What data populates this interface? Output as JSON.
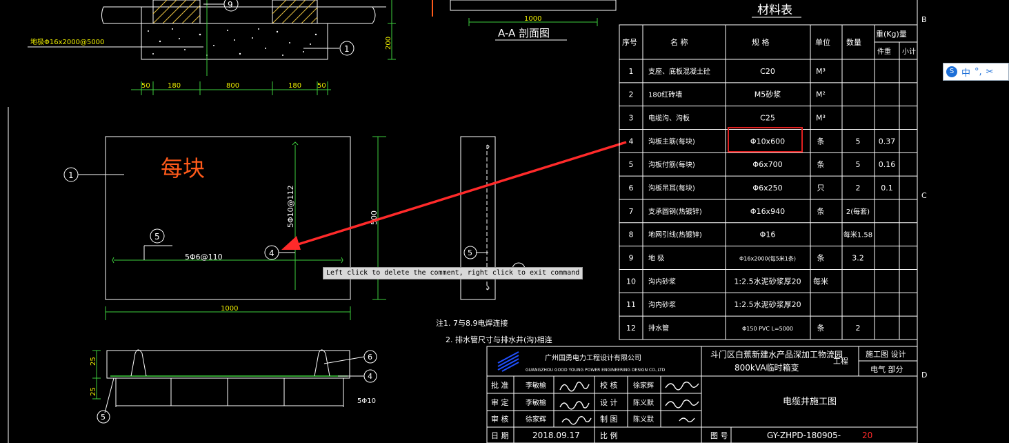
{
  "colors": {
    "background": "#000000",
    "line": "#ffffff",
    "green": "#3ecf3e",
    "yellow": "#f0f000",
    "orange": "#ff5a1a",
    "red": "#ff2a2a",
    "highlight": "#e02020"
  },
  "section": {
    "title": "A-A 剖面图",
    "top_dim": "1000",
    "bar_label": "地极Φ16x2000@5000",
    "height_dim": "200",
    "dims": [
      "50",
      "180",
      "800",
      "180",
      "50"
    ]
  },
  "plan": {
    "label": "每块",
    "bar_vertical": "5Φ10@112",
    "bar_horizontal": "5Φ6@110",
    "width_dim": "1000",
    "side_dim": "500",
    "callouts": [
      "1",
      "5",
      "4",
      "5",
      "9",
      "1"
    ]
  },
  "elevation": {
    "dims": [
      "25",
      "25"
    ],
    "bar": "5Φ10",
    "callouts": [
      "6",
      "4",
      "5"
    ]
  },
  "notes": {
    "line1": "注1. 7与8.9电焊连接",
    "line2": "2. 排水管尺寸与排水井(沟)相连"
  },
  "tooltip": "Left click to delete the comment, right click to exit command",
  "material_table": {
    "title": "材料表",
    "headers": {
      "no": "序号",
      "name": "名 称",
      "spec": "规 格",
      "unit": "单位",
      "qty": "数量",
      "weight": "重(Kg)量",
      "unit_weight": "件重",
      "subtotal": "小计"
    },
    "rows": [
      {
        "no": "1",
        "name": "支座、底板混凝土砼",
        "spec": "C20",
        "unit": "M³",
        "qty": "",
        "w": ""
      },
      {
        "no": "2",
        "name": "180红砖墙",
        "spec": "M5砂浆",
        "unit": "M²",
        "qty": "",
        "w": ""
      },
      {
        "no": "3",
        "name": "电缆沟、沟板",
        "spec": "C25",
        "unit": "M³",
        "qty": "",
        "w": ""
      },
      {
        "no": "4",
        "name": "沟板主筋(每块)",
        "spec": "Φ10x600",
        "unit": "条",
        "qty": "5",
        "w": "0.37"
      },
      {
        "no": "5",
        "name": "沟板付筋(每块)",
        "spec": "Φ6x700",
        "unit": "条",
        "qty": "5",
        "w": "0.16"
      },
      {
        "no": "6",
        "name": "沟板吊耳(每块)",
        "spec": "Φ6x250",
        "unit": "只",
        "qty": "2",
        "w": "0.1"
      },
      {
        "no": "7",
        "name": "支承圆钢(热镀锌)",
        "spec": "Φ16x940",
        "unit": "条",
        "qty": "2(每套)",
        "w": ""
      },
      {
        "no": "8",
        "name": "地网引线(热镀锌)",
        "spec": "Φ16",
        "unit": "",
        "qty": "每米1.58",
        "w": ""
      },
      {
        "no": "9",
        "name": "地 极",
        "spec": "Φ16x2000(每5米1条)",
        "unit": "条",
        "qty": "3.2",
        "w": ""
      },
      {
        "no": "10",
        "name": "沟内砂浆",
        "spec": "1:2.5水泥砂浆厚20",
        "unit": "每米",
        "qty": "",
        "w": ""
      },
      {
        "no": "11",
        "name": "沟内砂浆",
        "spec": "1:2.5水泥砂浆厚20",
        "unit": "",
        "qty": "",
        "w": ""
      },
      {
        "no": "12",
        "name": "排水管",
        "spec": "Φ150 PVC L=5000",
        "unit": "条",
        "qty": "2",
        "w": ""
      }
    ]
  },
  "title_block": {
    "company_cn": "广州国勇电力工程设计有限公司",
    "company_en": "GUANGZHOU GOOD YOUNG POWER ENGINEERING DESIGN CO.,LTD",
    "project_line1": "斗门区白蕉新建水产品深加工物流园",
    "project_suffix": "工程",
    "project_line2": "800kVA临时箱变",
    "stage1": "施工图 设计",
    "stage2": "电气 部分",
    "rows": [
      {
        "r1": "批 准",
        "n1": "李敏榆",
        "r2": "校 核",
        "n2": "徐家辉"
      },
      {
        "r1": "审 定",
        "n1": "李敏榆",
        "r2": "设 计",
        "n2": "陈义默"
      },
      {
        "r1": "审 核",
        "n1": "徐家辉",
        "r2": "制 图",
        "n2": "陈义默"
      }
    ],
    "date_label": "日 期",
    "date": "2018.09.17",
    "scale_label": "比 例",
    "drawing_title": "电缆井施工图",
    "no_label": "图 号",
    "drawing_no": "GY-ZHPD-180905-",
    "drawing_no_suffix": "20"
  },
  "frame": {
    "zone_B": "B",
    "zone_C": "C",
    "zone_D": "D"
  },
  "ime": {
    "mode": "中",
    "punct": "°,",
    "tool": "✂"
  }
}
